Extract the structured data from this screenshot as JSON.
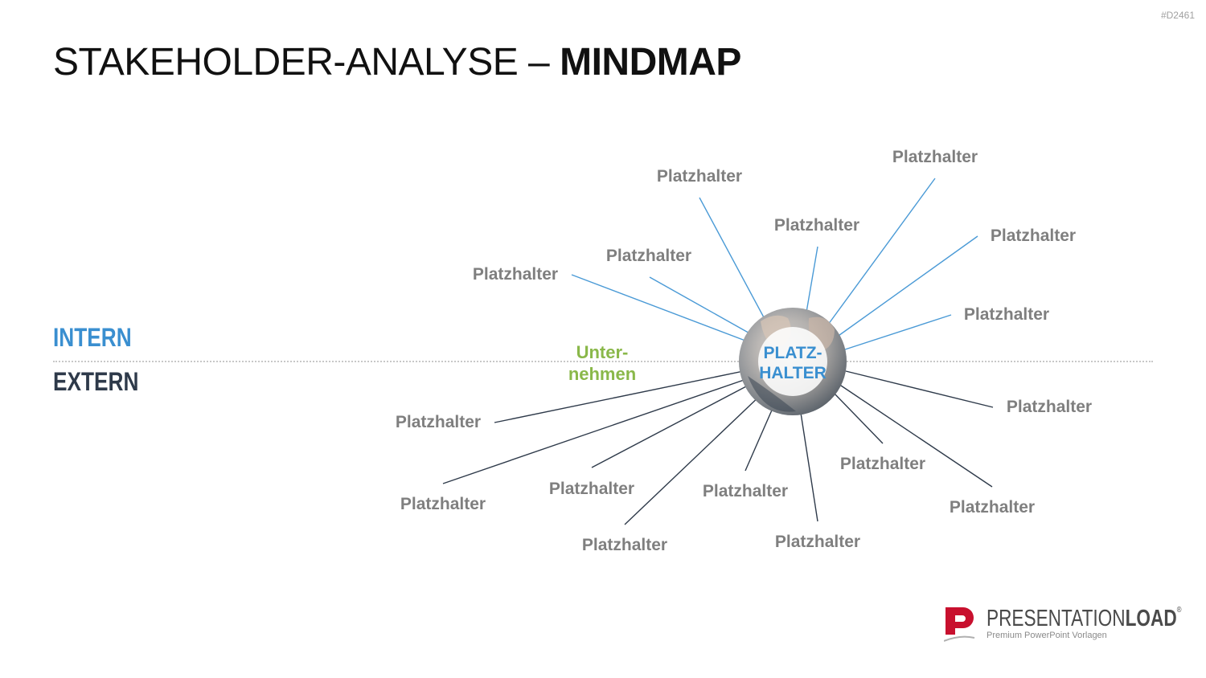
{
  "slide": {
    "code": "#D2461",
    "title_regular": "STAKEHOLDER-ANALYSE – ",
    "title_bold": "MINDMAP"
  },
  "zones": {
    "intern": "INTERN",
    "extern": "EXTERN"
  },
  "center": {
    "line1": "PLATZ-",
    "line2": "HALTER"
  },
  "company": {
    "line1": "Unter-",
    "line2": "nehmen"
  },
  "colors": {
    "intern": "#3a8fd0",
    "extern": "#2e3a4a",
    "intern_line": "#4a9ad6",
    "extern_line": "#2e3a4a",
    "label": "#7f7f7f",
    "company": "#8ab84a",
    "logo_red": "#c8102e"
  },
  "nodes": {
    "intern": [
      "Platzhalter",
      "Platzhalter",
      "Platzhalter",
      "Platzhalter",
      "Platzhalter",
      "Platzhalter",
      "Platzhalter"
    ],
    "extern": [
      "Platzhalter",
      "Platzhalter",
      "Platzhalter",
      "Platzhalter",
      "Platzhalter",
      "Platzhalter",
      "Platzhalter",
      "Platzhalter",
      "Platzhalter"
    ]
  },
  "logo": {
    "name_regular": "PRESENTATION",
    "name_bold": "LOAD",
    "registered": "®",
    "tagline": "Premium PowerPoint Vorlagen"
  }
}
